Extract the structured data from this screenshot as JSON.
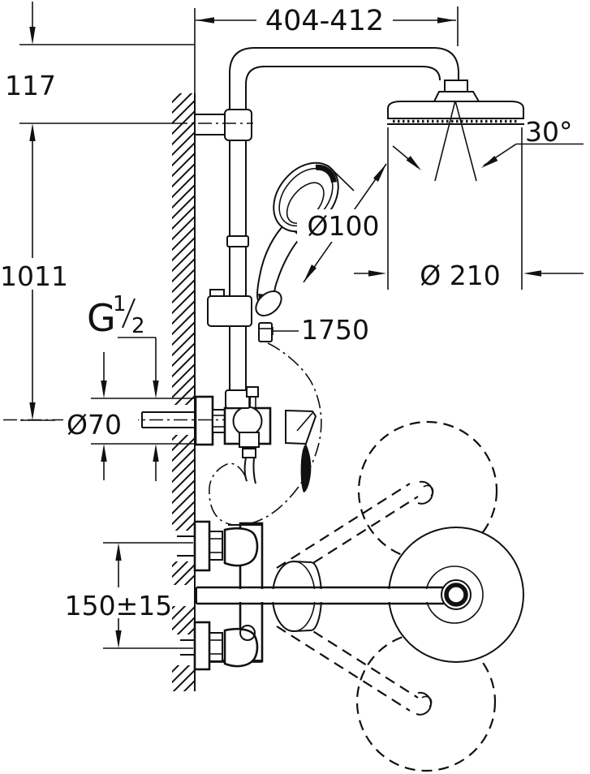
{
  "drawing": {
    "type": "technical-installation-diagram",
    "colors": {
      "line": "#111111",
      "background": "#ffffff"
    },
    "dimensions": {
      "projection_width": "404-412",
      "arm_top_offset": "117",
      "column_height": "1011",
      "head_tilt_angle": "30°",
      "hand_shower_diameter": "Ø100",
      "head_shower_diameter": "Ø 210",
      "hose_length": "1750",
      "wall_union_diameter": "Ø70",
      "connection_spacing": "150±15"
    },
    "thread": {
      "base": "G",
      "numerator": "1",
      "denominator": "2"
    }
  }
}
